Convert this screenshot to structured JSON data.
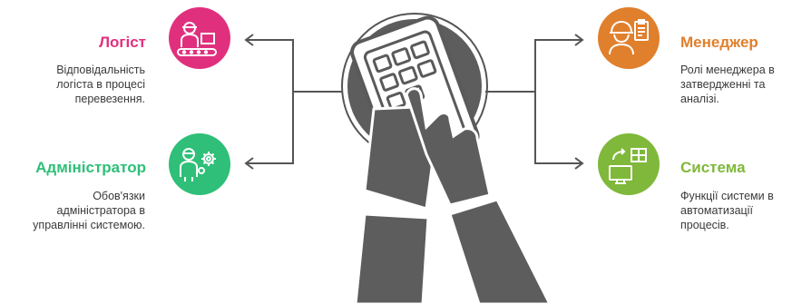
{
  "colors": {
    "logist": "#e0307d",
    "admin": "#2fbf78",
    "manager": "#e07f2c",
    "system": "#7fb83a",
    "ink": "#5a5a5a",
    "line": "#555555"
  },
  "icons": {
    "logist": "worker-with-box-on-conveyor-icon",
    "admin": "person-with-gears-icon",
    "manager": "engineer-with-checklist-icon",
    "system": "monitor-with-grid-icon",
    "center": "hands-holding-tablet-icon"
  },
  "items": {
    "logist": {
      "title": "Логіст",
      "desc_lines": [
        "Відповідальність",
        "логіста в процесі",
        "перевезення."
      ]
    },
    "admin": {
      "title": "Адміністратор",
      "desc_lines": [
        "Обов'язки",
        "адміністратора в",
        "управлінні системою."
      ]
    },
    "manager": {
      "title": "Менеджер",
      "desc_lines": [
        "Ролі менеджера в",
        "затвердженні та",
        "аналізі."
      ]
    },
    "system": {
      "title": "Система",
      "desc_lines": [
        "Функції системи в",
        "автоматизації",
        "процесів."
      ]
    }
  }
}
